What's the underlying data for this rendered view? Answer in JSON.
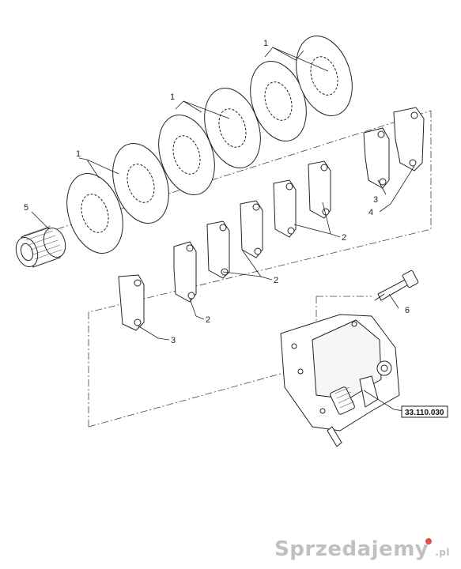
{
  "labels": {
    "disc_group_top": "1",
    "disc_group_mid": "1",
    "disc_single": "1",
    "item_5": "5",
    "pad_right_3": "3",
    "pad_right_4": "4",
    "pad_upper_2": "2",
    "pad_middle_2": "2",
    "pad_lower_2": "2",
    "pad_left_3": "3",
    "bolt_6": "6"
  },
  "reference": "33.110.030",
  "watermark": {
    "text": "Sprzedajemy",
    "suffix": ".pl"
  }
}
